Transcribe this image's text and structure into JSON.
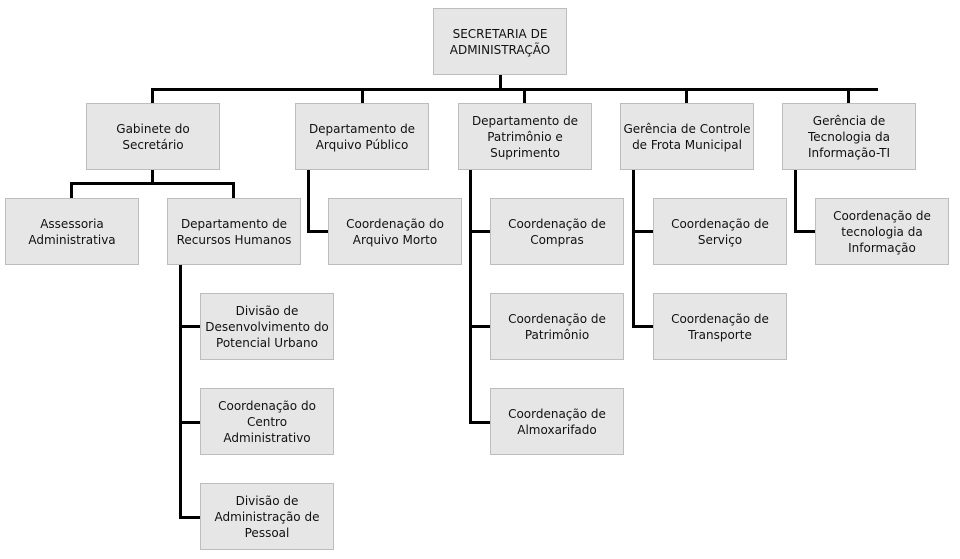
{
  "root": "SECRETARIA DE ADMINISTRAÇÃO",
  "level1": [
    "Gabinete do Secretário",
    "Departamento de Arquivo Público",
    "Departamento de Patrimônio e Suprimento",
    "Gerência de Controle de Frota Municipal",
    "Gerência de Tecnologia da Informação-TI"
  ],
  "gabinete_children": [
    "Assessoria Administrativa",
    "Departamento de Recursos Humanos"
  ],
  "rh_children": [
    "Divisão de Desenvolvimento do Potencial Urbano",
    "Coordenação do Centro Administrativo",
    "Divisão de Administração de Pessoal"
  ],
  "arquivo_children": [
    "Coordenação do Arquivo Morto"
  ],
  "patrimonio_children": [
    "Coordenação de Compras",
    "Coordenação de Patrimônio",
    "Coordenação de Almoxarifado"
  ],
  "frota_children": [
    "Coordenação de Serviço",
    "Coordenação de Transporte"
  ],
  "ti_children": [
    "Coordenação de tecnologia da Informação"
  ],
  "colors": {
    "box_fill": "#e6e6e6",
    "box_border": "#bdbdbd",
    "connector": "#000000"
  }
}
